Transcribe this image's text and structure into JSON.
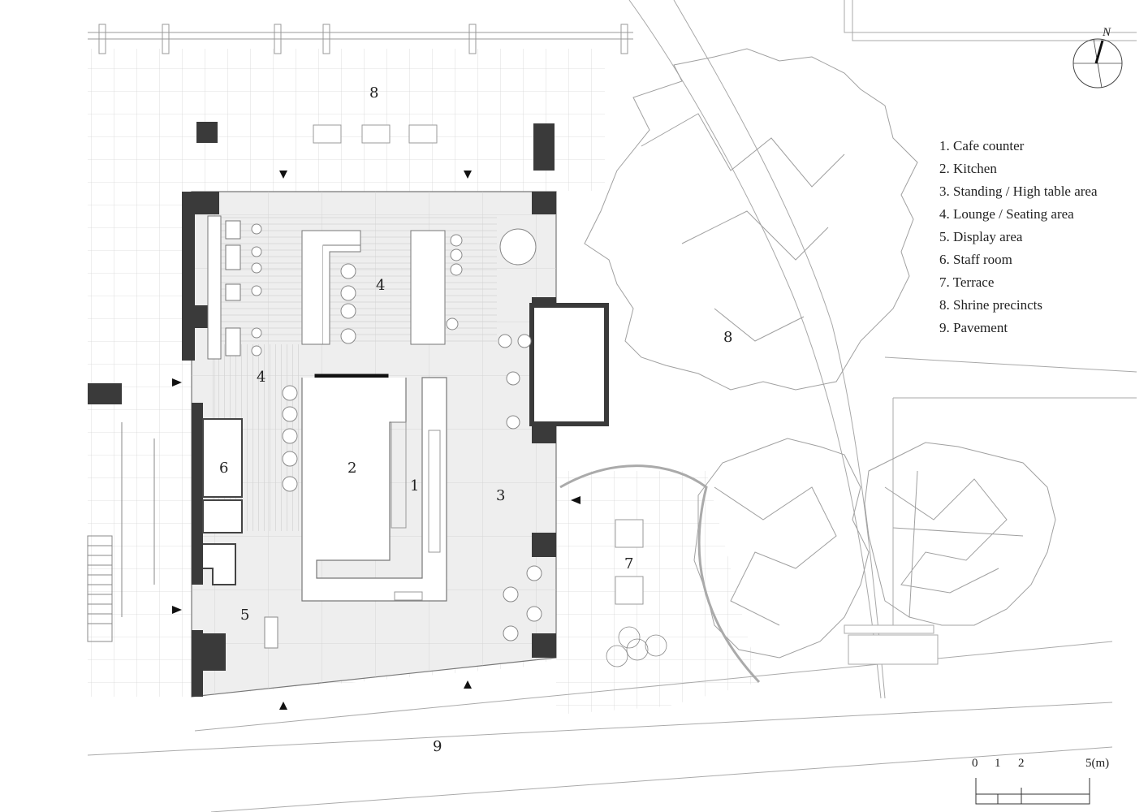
{
  "legend": {
    "items": [
      "1. Cafe counter",
      "2. Kitchen",
      "3. Standing / High table area",
      "4. Lounge / Seating area",
      "5. Display area",
      "6. Staff room",
      "7. Terrace",
      "8. Shrine precincts",
      "9. Pavement"
    ]
  },
  "zones": {
    "cafe_counter": "1",
    "kitchen": "2",
    "standing_area": "3",
    "lounge_north": "4",
    "lounge_west": "4",
    "display_area": "5",
    "staff_room": "6",
    "terrace": "7",
    "shrine_north": "8",
    "shrine_east": "8",
    "pavement": "9"
  },
  "north_arrow": {
    "label": "N"
  },
  "scale_bar": {
    "ticks": [
      "0",
      "1",
      "2",
      "5(m)"
    ]
  },
  "colors": {
    "wall": "#3a3a3a",
    "floor": "#ececec",
    "grid": "#d6d6d6",
    "line": "#9a9a9a"
  }
}
